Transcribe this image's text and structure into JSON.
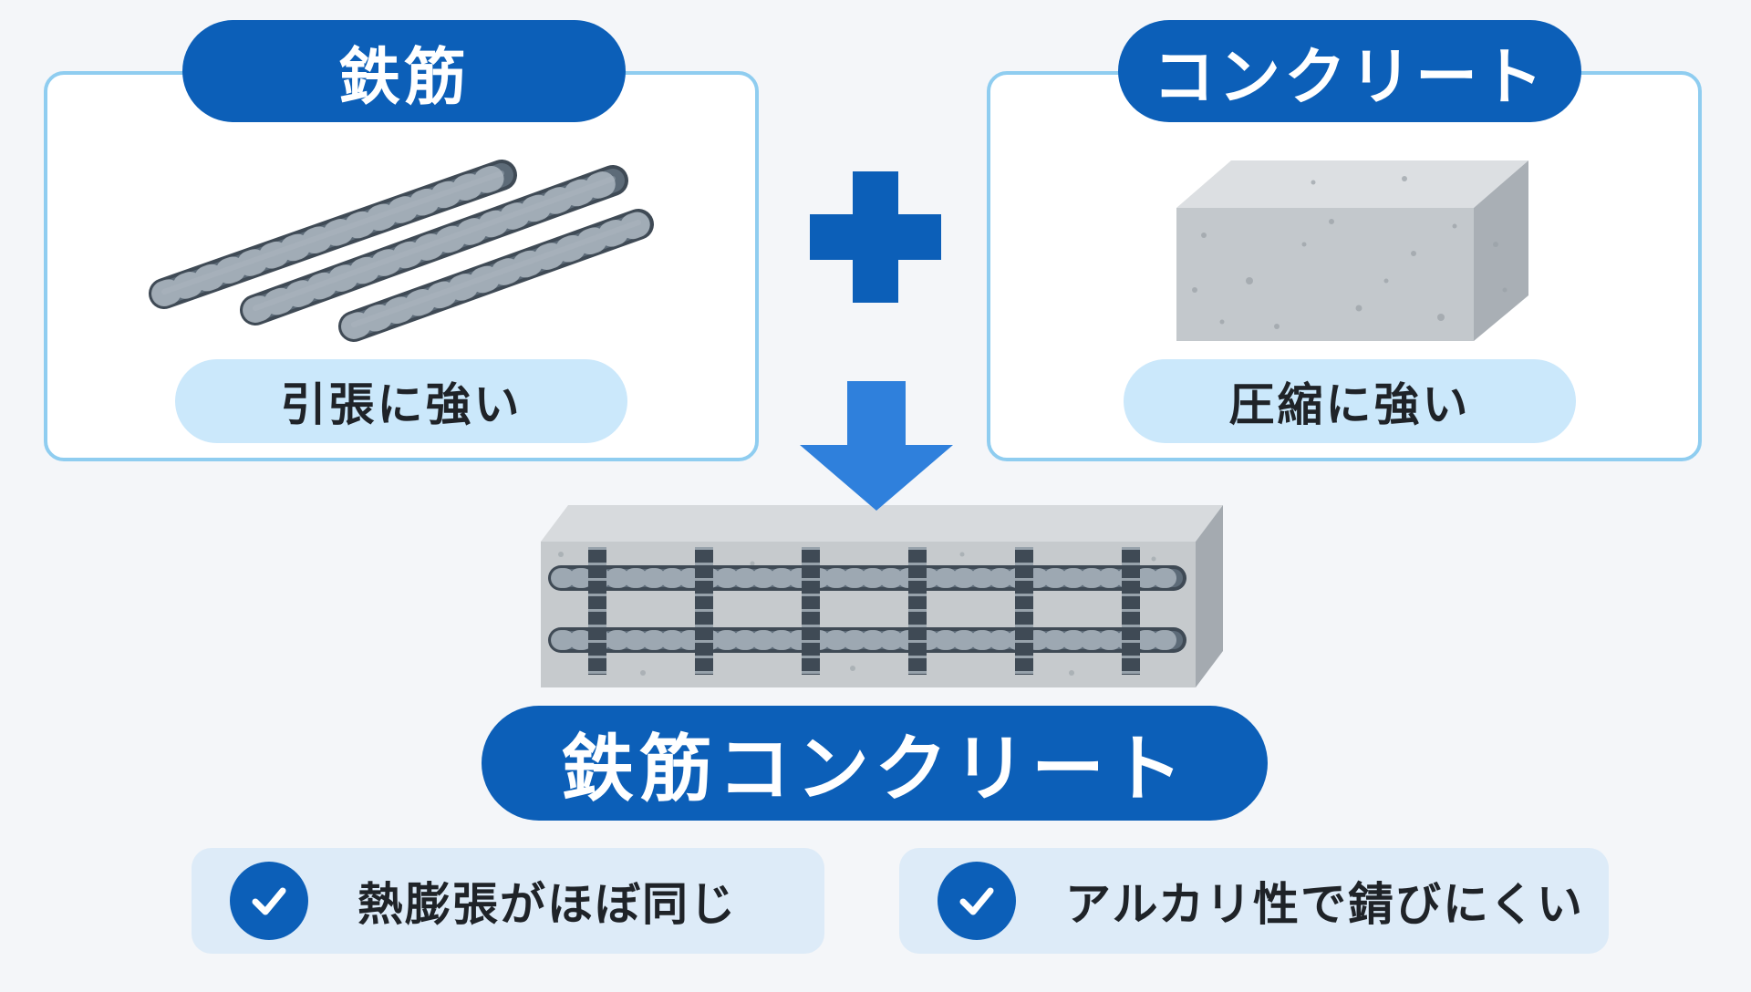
{
  "steel": {
    "title": "鉄筋",
    "property": "引張に強い"
  },
  "concrete": {
    "title": "コンクリート",
    "property": "圧縮に強い"
  },
  "result": {
    "title": "鉄筋コンクリート"
  },
  "features": [
    {
      "label": "熱膨張がほぼ同じ",
      "icon": "check-circle-icon"
    },
    {
      "label": "アルカリ性で錆びにくい",
      "icon": "check-circle-icon"
    }
  ],
  "icons": {
    "combine": "plus-icon",
    "result": "down-arrow-icon"
  },
  "colors": {
    "primary": "#0c5fb8",
    "arrow": "#2f80dc",
    "panel_border": "#8fcdf0",
    "pill_light": "#cbe8fb",
    "feature_bg": "#ddebf8",
    "steel": "#4f5d6a",
    "concrete": "#c9cdd1"
  }
}
